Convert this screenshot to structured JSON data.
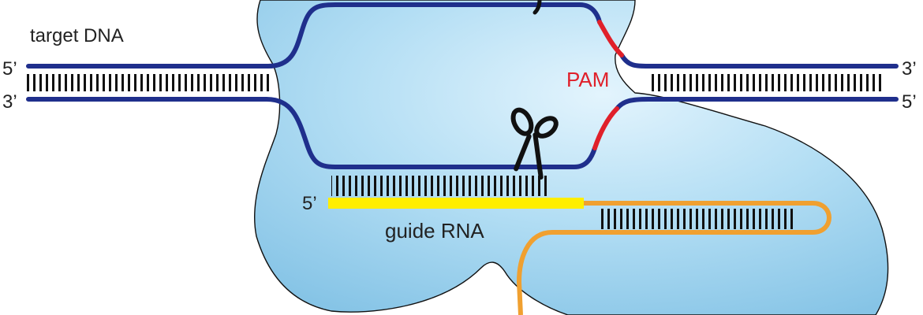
{
  "labels": {
    "target": "target DNA",
    "left_top": "5’",
    "left_bottom": "3’",
    "right_top": "3’",
    "right_bottom": "5’",
    "pam": "PAM",
    "rna_5": "5’",
    "guide": "guide RNA"
  },
  "colors": {
    "protein": "#a9d8f2",
    "protein_outline": "#111111",
    "dna": "#1f2f8c",
    "pam": "#e0202a",
    "guide": "#ffee00",
    "scaffold": "#f0a030",
    "rung": "#111111",
    "pam_text": "#e0202a"
  },
  "icons": {
    "scissors_top": "scissors-icon",
    "scissors_main": "scissors-icon"
  }
}
